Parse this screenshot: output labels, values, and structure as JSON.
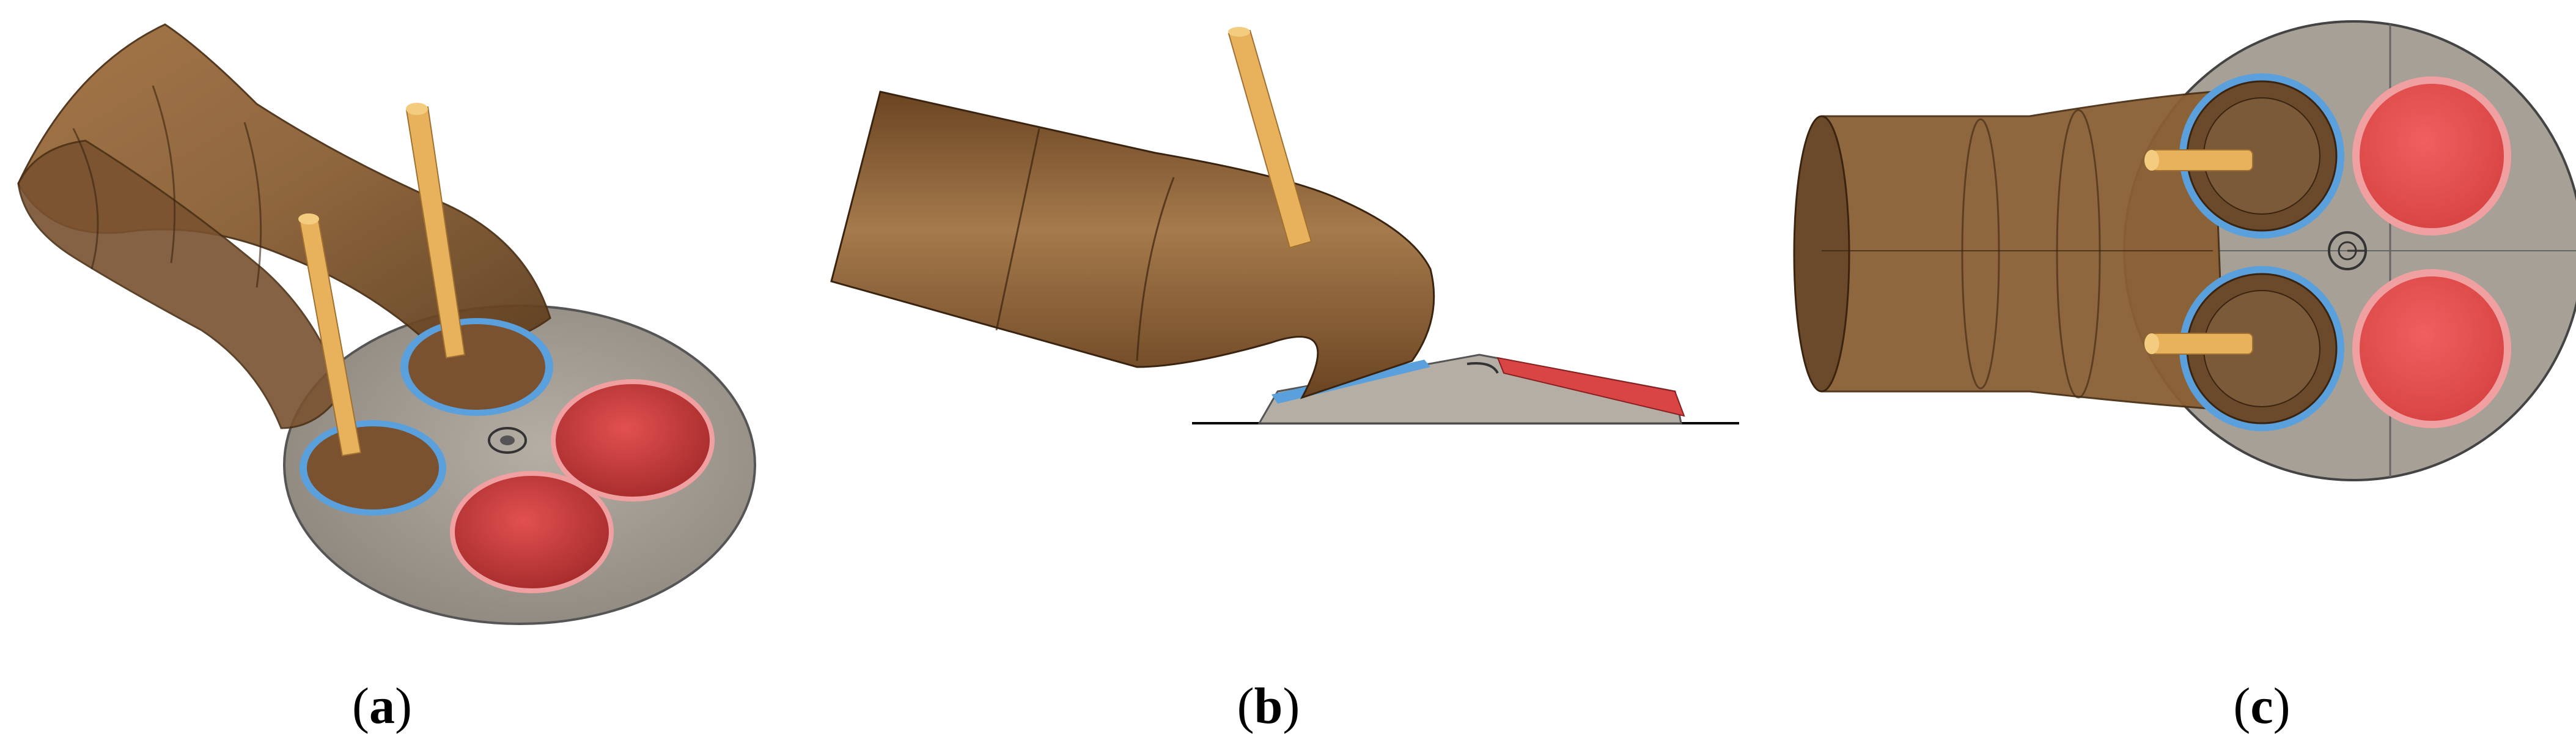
{
  "panels": [
    {
      "id": "a",
      "caption_letter": "a",
      "view": "isometric"
    },
    {
      "id": "b",
      "caption_letter": "b",
      "view": "side"
    },
    {
      "id": "c",
      "caption_letter": "c",
      "view": "top"
    }
  ],
  "colors": {
    "runner": "#8a5f34",
    "runner_dark": "#5f3e1e",
    "runner_light": "#b88a5a",
    "valve_stem": "#e8b25c",
    "exhaust_valve": "#d94545",
    "intake_seat_ring": "#5aa0dc",
    "head_plate": "#a7a096",
    "ground_line": "#000000"
  },
  "icons": {
    "intake_valve": "orange-cylinder-stem",
    "exhaust_valve": "red-disc",
    "spark_plug": "small-circle-icon"
  }
}
